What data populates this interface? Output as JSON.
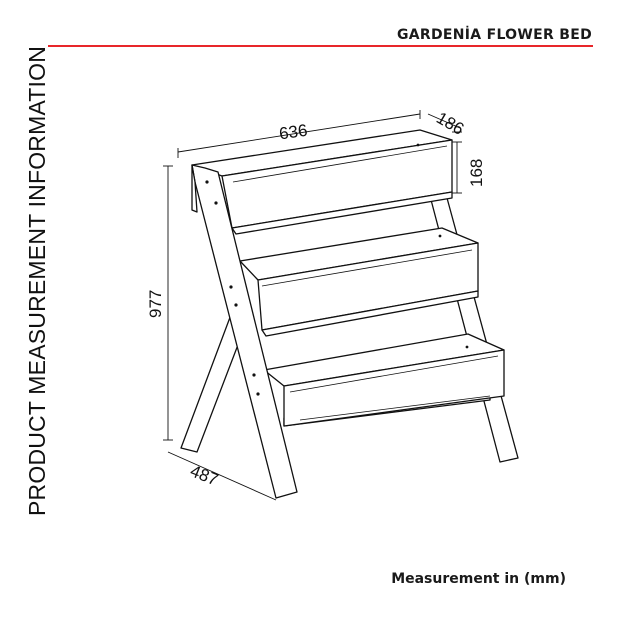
{
  "header": {
    "title": "GARDENİA FLOWER BED",
    "accent_color": "#e8262a"
  },
  "side_label": "PRODUCT MEASUREMENT INFORMATION",
  "dimensions": {
    "width": "636",
    "depth_top": "186",
    "box_height": "168",
    "total_height": "977",
    "base_depth": "487"
  },
  "footer": {
    "note": "Measurement in (mm)"
  }
}
